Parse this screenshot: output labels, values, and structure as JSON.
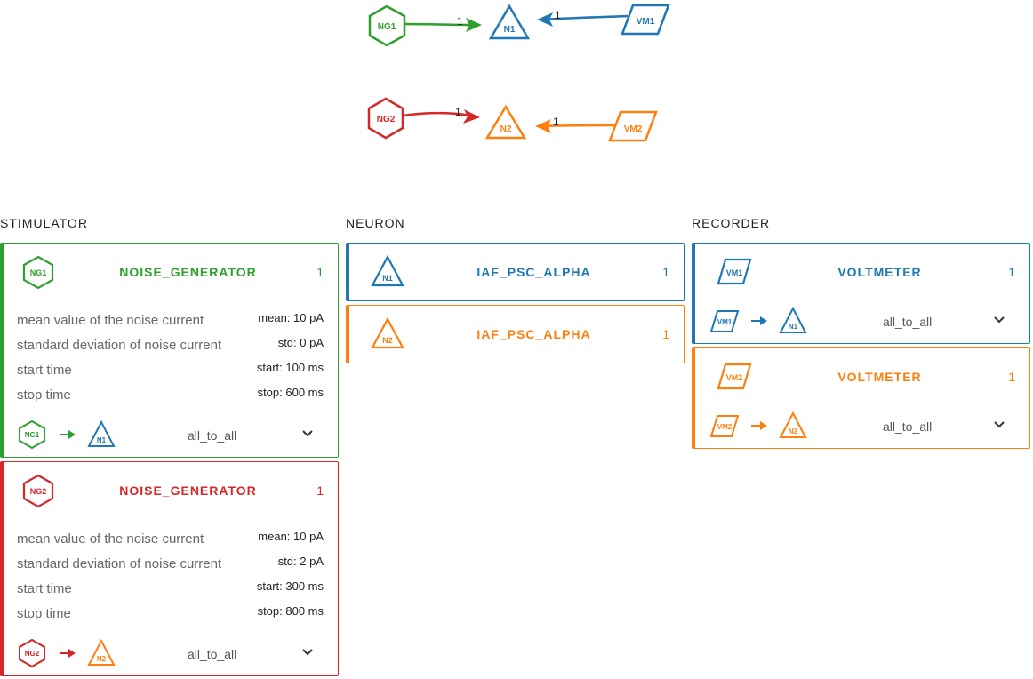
{
  "colors": {
    "green": "#2ca02c",
    "red": "#d62728",
    "blue": "#1f77b4",
    "orange": "#ff7f0e"
  },
  "graph": {
    "nodes": {
      "ng1": {
        "label": "NG1",
        "shape": "hexagon",
        "color": "#2ca02c"
      },
      "n1": {
        "label": "N1",
        "shape": "triangle",
        "color": "#1f77b4"
      },
      "vm1": {
        "label": "VM1",
        "shape": "parallelogram",
        "color": "#1f77b4"
      },
      "ng2": {
        "label": "NG2",
        "shape": "hexagon",
        "color": "#d62728"
      },
      "n2": {
        "label": "N2",
        "shape": "triangle",
        "color": "#ff7f0e"
      },
      "vm2": {
        "label": "VM2",
        "shape": "parallelogram",
        "color": "#ff7f0e"
      }
    },
    "edges": [
      {
        "from": "NG1",
        "to": "N1",
        "weight": "1"
      },
      {
        "from": "VM1",
        "to": "N1",
        "weight": "1"
      },
      {
        "from": "NG2",
        "to": "N2",
        "weight": "1"
      },
      {
        "from": "VM2",
        "to": "N2",
        "weight": "1"
      }
    ]
  },
  "columns": {
    "stimulator": "STIMULATOR",
    "neuron": "NEURON",
    "recorder": "RECORDER"
  },
  "stimulators": [
    {
      "label": "NG1",
      "model": "NOISE_GENERATOR",
      "count": "1",
      "color": "#2ca02c",
      "params": [
        {
          "label": "mean value of the noise current",
          "value": "mean: 10 pA"
        },
        {
          "label": "standard deviation of noise current",
          "value": "std: 0 pA"
        },
        {
          "label": "start time",
          "value": "start: 100 ms"
        },
        {
          "label": "stop time",
          "value": "stop: 600 ms"
        }
      ],
      "connection": {
        "source": "NG1",
        "target": "N1",
        "rule": "all_to_all"
      }
    },
    {
      "label": "NG2",
      "model": "NOISE_GENERATOR",
      "count": "1",
      "color": "#d62728",
      "params": [
        {
          "label": "mean value of the noise current",
          "value": "mean: 10 pA"
        },
        {
          "label": "standard deviation of noise current",
          "value": "std: 2 pA"
        },
        {
          "label": "start time",
          "value": "start: 300 ms"
        },
        {
          "label": "stop time",
          "value": "stop: 800 ms"
        }
      ],
      "connection": {
        "source": "NG2",
        "target": "N2",
        "rule": "all_to_all"
      }
    }
  ],
  "neurons": [
    {
      "label": "N1",
      "model": "IAF_PSC_ALPHA",
      "count": "1",
      "color": "#1f77b4"
    },
    {
      "label": "N2",
      "model": "IAF_PSC_ALPHA",
      "count": "1",
      "color": "#ff7f0e"
    }
  ],
  "recorders": [
    {
      "label": "VM1",
      "model": "VOLTMETER",
      "count": "1",
      "color": "#1f77b4",
      "connection": {
        "source": "VM1",
        "target": "N1",
        "rule": "all_to_all"
      }
    },
    {
      "label": "VM2",
      "model": "VOLTMETER",
      "count": "1",
      "color": "#ff7f0e",
      "connection": {
        "source": "VM2",
        "target": "N2",
        "rule": "all_to_all"
      }
    }
  ]
}
